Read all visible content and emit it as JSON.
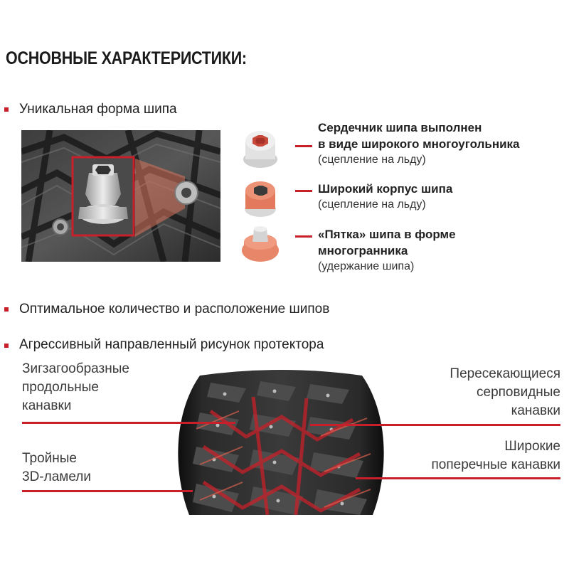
{
  "heading": "ОСНОВНЫЕ ХАРАКТЕРИСТИКИ:",
  "bullets": [
    "Уникальная форма шипа",
    "Оптимальное количество и расположение шипов",
    "Агрессивный направленный рисунок протектора"
  ],
  "stud_features": [
    {
      "title_lines": [
        "Сердечник шипа выполнен",
        "в виде широкого многоугольника"
      ],
      "note": "(сцепление на льду)"
    },
    {
      "title_lines": [
        "Широкий корпус шипа"
      ],
      "note": "(сцепление на льду)"
    },
    {
      "title_lines": [
        "«Пятка» шипа в форме",
        "многогранника"
      ],
      "note": "(удержание шипа)"
    }
  ],
  "tread_labels": {
    "left_top": [
      "Зигзагообразные",
      "продольные",
      "канавки"
    ],
    "left_bottom": [
      "Тройные",
      "3D-ламели"
    ],
    "right_top": [
      "Пересекающиеся",
      "серповидные",
      "канавки"
    ],
    "right_bottom": [
      "Широкие",
      "поперечные канавки"
    ]
  },
  "colors": {
    "accent": "#c8202a",
    "text": "#222222",
    "tire_dark": "#1f1f1f"
  }
}
